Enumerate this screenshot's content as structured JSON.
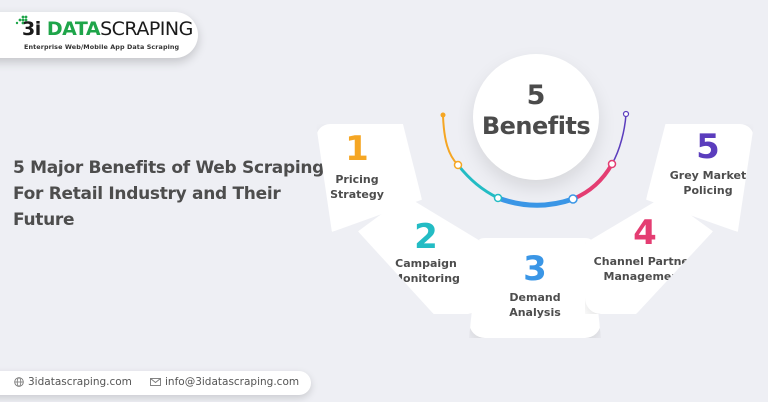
{
  "brand": {
    "logo_prefix": "3i",
    "logo_highlight": "DATA",
    "logo_suffix": "SCRAPING",
    "tagline": "Enterprise Web/Mobile App Data Scraping",
    "colors": {
      "green": "#1fa54a",
      "dark": "#1a1a1a"
    }
  },
  "headline": {
    "line1": "5 Major Benefits of Web Scraping",
    "line2": "For Retail Industry and Their",
    "line3": "Future"
  },
  "center": {
    "number": "5",
    "label": "Benefits"
  },
  "benefits": [
    {
      "number": "1",
      "line1": "Pricing",
      "line2": "Strategy",
      "color": "#f5a623"
    },
    {
      "number": "2",
      "line1": "Campaign",
      "line2": "Monitoring",
      "color": "#23bcc4"
    },
    {
      "number": "3",
      "line1": "Demand",
      "line2": "Analysis",
      "color": "#3a96e6"
    },
    {
      "number": "4",
      "line1": "Channel Partner",
      "line2": "Management",
      "color": "#e43d72"
    },
    {
      "number": "5",
      "line1": "Grey Market",
      "line2": "Policing",
      "color": "#5b3dbd"
    }
  ],
  "footer": {
    "website": "3idatascraping.com",
    "website_icon": "globe-icon",
    "email": "info@3idatascraping.com",
    "email_icon": "mail-icon"
  }
}
